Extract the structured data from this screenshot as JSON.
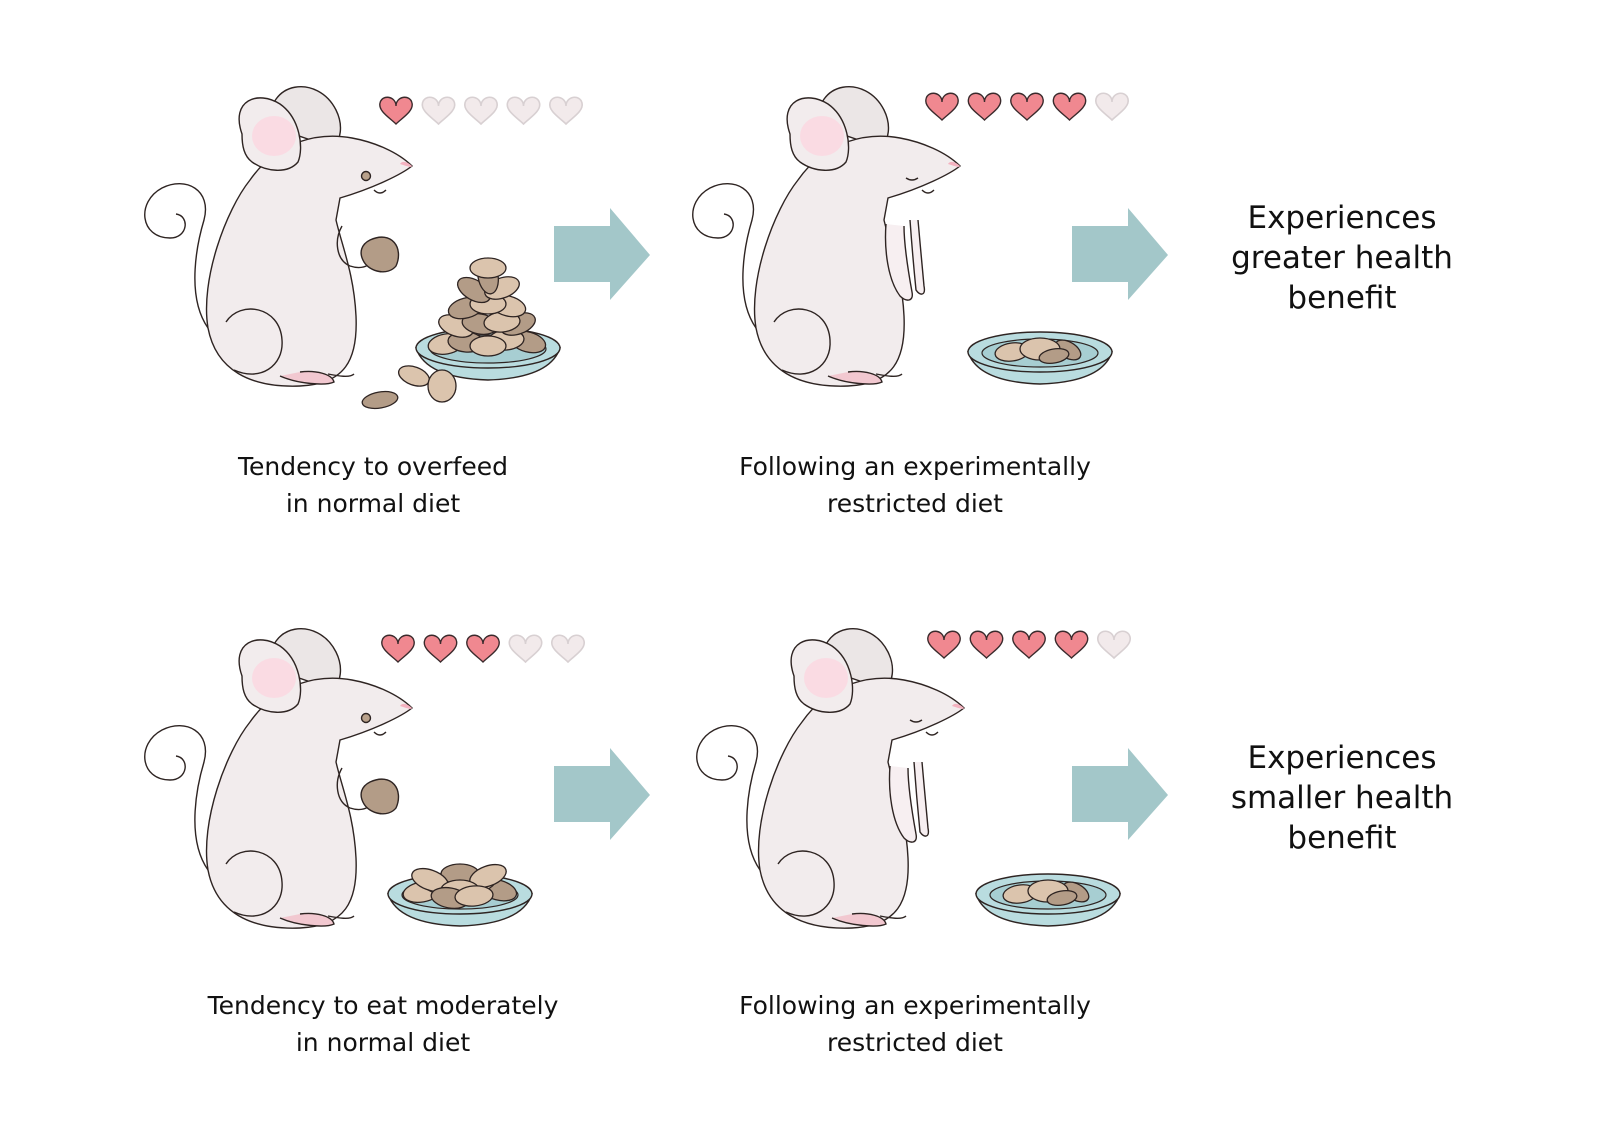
{
  "colors": {
    "heart_filled": "#f08890",
    "heart_empty": "#f2eaeb",
    "heart_empty_stroke": "#d8d0d2",
    "mouse_body": "#f2eced",
    "ear_inner": "#fadbe3",
    "ear_back": "#ebe6e6",
    "bowl": "#b9dcdf",
    "food_light": "#dbc4ad",
    "food_dark": "#b39c87",
    "arrow": "#a3c7c9"
  },
  "rows": [
    {
      "left": {
        "caption": [
          "Tendency to overfeed",
          "in normal diet"
        ],
        "health": 1,
        "health_max": 5,
        "food": "overflowing",
        "eyes": "open"
      },
      "right": {
        "caption": [
          "Following an experimentally",
          "restricted diet"
        ],
        "health": 4,
        "health_max": 5,
        "food": "small",
        "eyes": "closed"
      },
      "outcome": [
        "Experiences",
        "greater health",
        "benefit"
      ]
    },
    {
      "left": {
        "caption": [
          "Tendency to eat moderately",
          "in normal diet"
        ],
        "health": 3,
        "health_max": 5,
        "food": "moderate",
        "eyes": "open"
      },
      "right": {
        "caption": [
          "Following an experimentally",
          "restricted diet"
        ],
        "health": 4,
        "health_max": 5,
        "food": "small",
        "eyes": "closed"
      },
      "outcome": [
        "Experiences",
        "smaller health",
        "benefit"
      ]
    }
  ]
}
